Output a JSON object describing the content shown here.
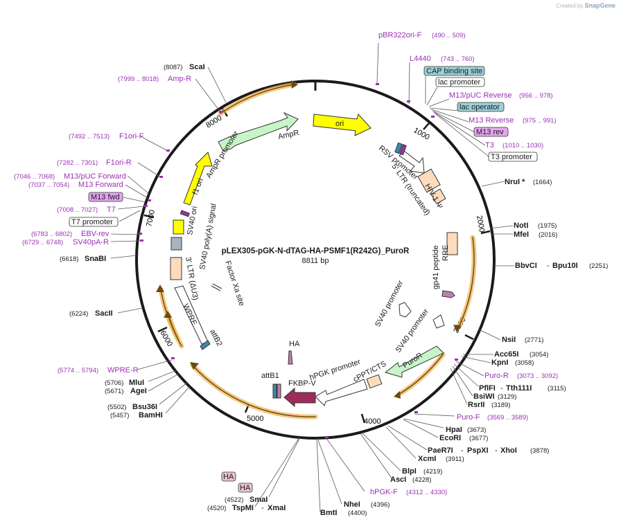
{
  "header": {
    "credit_prefix": "Created by",
    "brand": "SnapGene"
  },
  "plasmid": {
    "name": "pLEX305-pGK-N-dTAG-HA-PSMF1(R242G)_PuroR",
    "size": "8811 bp",
    "ticks": [
      "1000",
      "2000",
      "3000",
      "4000",
      "5000",
      "6000",
      "7000",
      "8000"
    ]
  },
  "inner_features": {
    "ori": "ori",
    "ampr": "AmpR",
    "ampr_promoter": "AmpR promoter",
    "f1_ori": "f1 ori",
    "sv40_ori": "SV40 ori",
    "sv40_polya": "SV40 poly(A) signal",
    "ltr3": "3' LTR (ΔU3)",
    "wpre": "WPRE",
    "attb2": "attB2",
    "factor_xa": "Factor Xa site",
    "rsv": "RSV promoter",
    "ltr5": "5' LTR (truncated)",
    "hiv": "HIV-1 Ψ",
    "rre": "RRE",
    "gp41": "gp41 peptide",
    "sv40_promoter1": "SV40 promoter",
    "sv40_promoter2": "SV40 promoter",
    "puror": "PuroR",
    "cppt": "cPPT/CTS",
    "hpgk": "hPGK promoter",
    "ha": "HA",
    "attb1": "attB1",
    "fkbp": "FKBP-V"
  },
  "labels": {
    "pbr": {
      "name": "pBR322ori-F",
      "coord": "(490 .. 509)"
    },
    "l4440": {
      "name": "L4440",
      "coord": "(743 .. 760)"
    },
    "cap": {
      "name": "CAP binding site"
    },
    "lacp": {
      "name": "lac promoter"
    },
    "m13puc_rev": {
      "name": "M13/pUC Reverse",
      "coord": "(956 .. 978)"
    },
    "lacop": {
      "name": "lac operator"
    },
    "m13_rev_p": {
      "name": "M13 Reverse",
      "coord": "(975 .. 991)"
    },
    "m13rev": {
      "name": "M13 rev"
    },
    "t3": {
      "name": "T3",
      "coord": "(1010 .. 1030)"
    },
    "t3p": {
      "name": "T3 promoter"
    },
    "nrui": {
      "name": "NruI *",
      "coord": "(1664)"
    },
    "noti": {
      "name": "NotI",
      "coord": "(1975)"
    },
    "mfei": {
      "name": "MfeI",
      "coord": "(2016)"
    },
    "bbvci": {
      "name": "BbvCI",
      "name2": "Bpu10I",
      "coord": "(2251)"
    },
    "nsii": {
      "name": "NsiI",
      "coord": "(2771)"
    },
    "acc65i": {
      "name": "Acc65I",
      "coord": "(3054)"
    },
    "kpni": {
      "name": "KpnI",
      "coord": "(3058)"
    },
    "puro_r": {
      "name": "Puro-R",
      "coord": "(3073 .. 3092)"
    },
    "pflfi": {
      "name": "PflFI",
      "name2": "Tth111I",
      "coord": "(3115)"
    },
    "bsiwi": {
      "name": "BsiWI",
      "coord": "(3129)"
    },
    "rsrii": {
      "name": "RsrII",
      "coord": "(3189)"
    },
    "puro_f": {
      "name": "Puro-F",
      "coord": "(3569 .. 3589)"
    },
    "hpai": {
      "name": "HpaI",
      "coord": "(3673)"
    },
    "ecori": {
      "name": "EcoRI",
      "coord": "(3677)"
    },
    "paer7i": {
      "name": "PaeR7I",
      "name2": "PspXI",
      "name3": "XhoI",
      "coord": "(3878)"
    },
    "xcmi": {
      "name": "XcmI",
      "coord": "(3911)"
    },
    "blpi": {
      "name": "BlpI",
      "coord": "(4219)"
    },
    "asci": {
      "name": "AscI",
      "coord": "(4228)"
    },
    "hpgkf": {
      "name": "hPGK-F",
      "coord": "(4312 .. 4330)"
    },
    "nhei": {
      "name": "NheI",
      "coord": "(4396)"
    },
    "bmti": {
      "name": "BmtI",
      "coord": "(4400)"
    },
    "smai": {
      "name": "SmaI",
      "coord": "(4522)"
    },
    "tspmi": {
      "name": "TspMI",
      "name2": "XmaI",
      "coord": "(4520)"
    },
    "ha1": {
      "name": "HA"
    },
    "ha2": {
      "name": "HA"
    },
    "bamhi": {
      "name": "BamHI",
      "coord": "(5457)"
    },
    "bsu36i": {
      "name": "Bsu36I",
      "coord": "(5502)"
    },
    "agei": {
      "name": "AgeI",
      "coord": "(5671)"
    },
    "mlui": {
      "name": "MluI",
      "coord": "(5706)"
    },
    "wpre_r": {
      "name": "WPRE-R",
      "coord": "(5774 .. 5794)"
    },
    "sacii": {
      "name": "SacII",
      "coord": "(6224)"
    },
    "snabi": {
      "name": "SnaBI",
      "coord": "(6618)"
    },
    "sv40pa": {
      "name": "SV40pA-R",
      "coord": "(6729 .. 6748)"
    },
    "ebv": {
      "name": "EBV-rev",
      "coord": "(6783 .. 6802)"
    },
    "t7p": {
      "name": "T7 promoter"
    },
    "t7": {
      "name": "T7",
      "coord": "(7008 .. 7027)"
    },
    "m13fwd": {
      "name": "M13 fwd"
    },
    "m13_fwd_p": {
      "name": "M13 Forward",
      "coord": "(7037 .. 7054)"
    },
    "m13puc_fwd": {
      "name": "M13/pUC Forward",
      "coord": "(7046 .. 7068)"
    },
    "f1ori_r": {
      "name": "F1ori-R",
      "coord": "(7282 .. 7301)"
    },
    "f1ori_f": {
      "name": "F1ori-F",
      "coord": "(7492 .. 7513)"
    },
    "ampr_p": {
      "name": "Amp-R",
      "coord": "(7999 .. 8018)"
    },
    "scai": {
      "name": "ScaI",
      "coord": "(8087)"
    }
  },
  "colors": {
    "backbone": "#1a1a1a",
    "primer": "#9b30b5",
    "orf_outline": "#f0b24a",
    "ori": "#ffff00",
    "ampr": "#c8f5c8",
    "promoter": "#ffffff",
    "ltr": "#fcdcbc",
    "fkbp": "#9b2d5a",
    "lac_box": "#9cd0d8",
    "m13_box": "#e3a6ef",
    "ha_box": "#e8c4cc"
  }
}
